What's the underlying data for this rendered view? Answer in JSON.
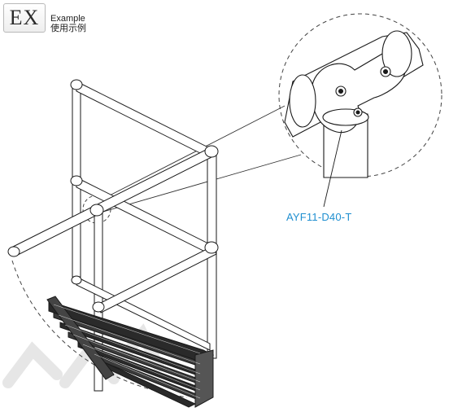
{
  "badge": {
    "text": "EX",
    "label": "Example",
    "label_cn": "使用示例"
  },
  "callout": {
    "part_code": "AYF11-D40-T"
  },
  "colors": {
    "line": "#1a1a1a",
    "callout_text": "#1f8fd0",
    "watermark": "#e6e6e6"
  }
}
